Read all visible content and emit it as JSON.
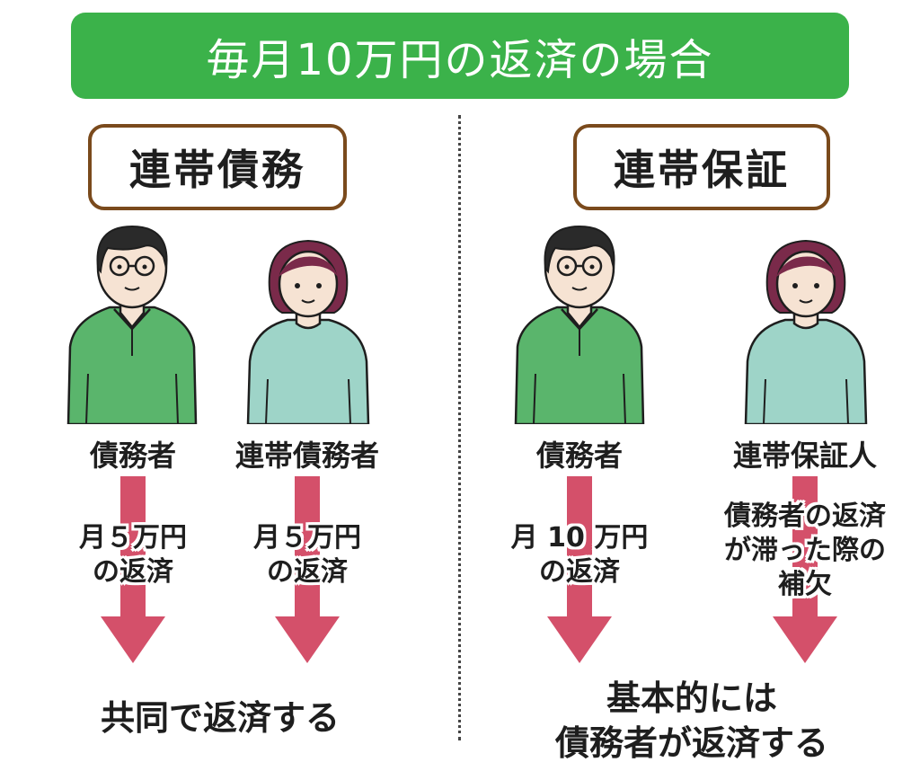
{
  "title": "毎月10万円の返済の場合",
  "left": {
    "heading": "連帯債務",
    "person1_role": "債務者",
    "person2_role": "連帯債務者",
    "person1_arrow_text": [
      "月５万円",
      "の返済"
    ],
    "person2_arrow_text": [
      "月５万円",
      "の返済"
    ],
    "summary": "共同で返済する"
  },
  "right": {
    "heading": "連帯保証",
    "person1_role": "債務者",
    "person2_role": "連帯保証人",
    "person1_arrow_text": [
      "月 10 万円",
      "の返済"
    ],
    "person2_arrow_text": [
      "債務者の返済",
      "が滞った際の",
      "補欠"
    ],
    "summary": [
      "基本的には",
      "債務者が返済する"
    ]
  },
  "colors": {
    "banner": "#3bb24a",
    "box_border": "#7a4a1c",
    "man_shirt": "#5ab56c",
    "woman_shirt": "#9ed4c8",
    "woman_hair": "#7a2a4a",
    "arrow": "#d4506a"
  }
}
